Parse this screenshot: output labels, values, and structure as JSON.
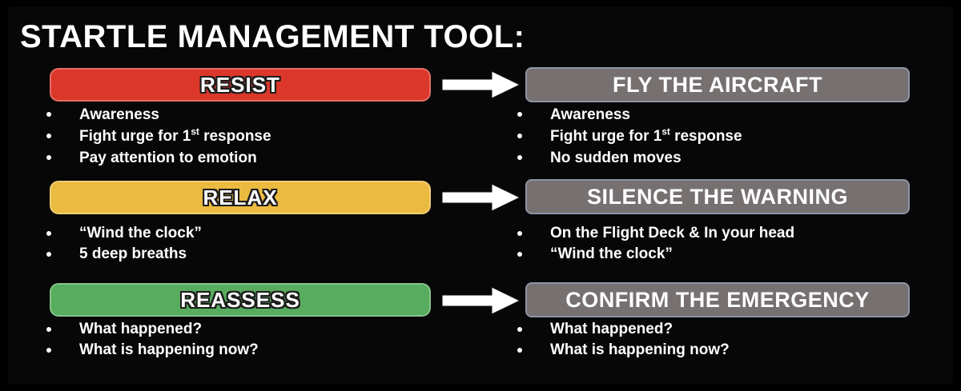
{
  "title": "STARTLE MANAGEMENT TOOL:",
  "colors": {
    "red": "#db372a",
    "yellow": "#ebba40",
    "green": "#58ac5e",
    "gray": "#767170",
    "gray_border": "#8f94a6",
    "arrow": "#ffffff"
  },
  "rows": [
    {
      "left": {
        "label": "RESIST",
        "bullets": [
          {
            "pre": "Awareness",
            "sup": "",
            "post": ""
          },
          {
            "pre": "Fight urge for 1",
            "sup": "st",
            "post": " response"
          },
          {
            "pre": "Pay attention to emotion",
            "sup": "",
            "post": ""
          }
        ]
      },
      "right": {
        "label": "FLY THE AIRCRAFT",
        "bullets": [
          {
            "pre": "Awareness",
            "sup": "",
            "post": ""
          },
          {
            "pre": "Fight urge for 1",
            "sup": "st",
            "post": " response"
          },
          {
            "pre": "No sudden moves",
            "sup": "",
            "post": ""
          }
        ]
      }
    },
    {
      "left": {
        "label": "RELAX",
        "bullets": [
          {
            "pre": "“Wind the clock”",
            "sup": "",
            "post": ""
          },
          {
            "pre": "5 deep breaths",
            "sup": "",
            "post": ""
          }
        ]
      },
      "right": {
        "label": "SILENCE THE WARNING",
        "bullets": [
          {
            "pre": "On the Flight Deck & In your head",
            "sup": "",
            "post": ""
          },
          {
            "pre": "“Wind the clock”",
            "sup": "",
            "post": ""
          }
        ]
      }
    },
    {
      "left": {
        "label": "REASSESS",
        "bullets": [
          {
            "pre": "What happened?",
            "sup": "",
            "post": ""
          },
          {
            "pre": "What is happening now?",
            "sup": "",
            "post": ""
          }
        ]
      },
      "right": {
        "label": "CONFIRM THE EMERGENCY",
        "bullets": [
          {
            "pre": "What happened?",
            "sup": "",
            "post": ""
          },
          {
            "pre": "What is happening now?",
            "sup": "",
            "post": ""
          }
        ]
      }
    }
  ]
}
